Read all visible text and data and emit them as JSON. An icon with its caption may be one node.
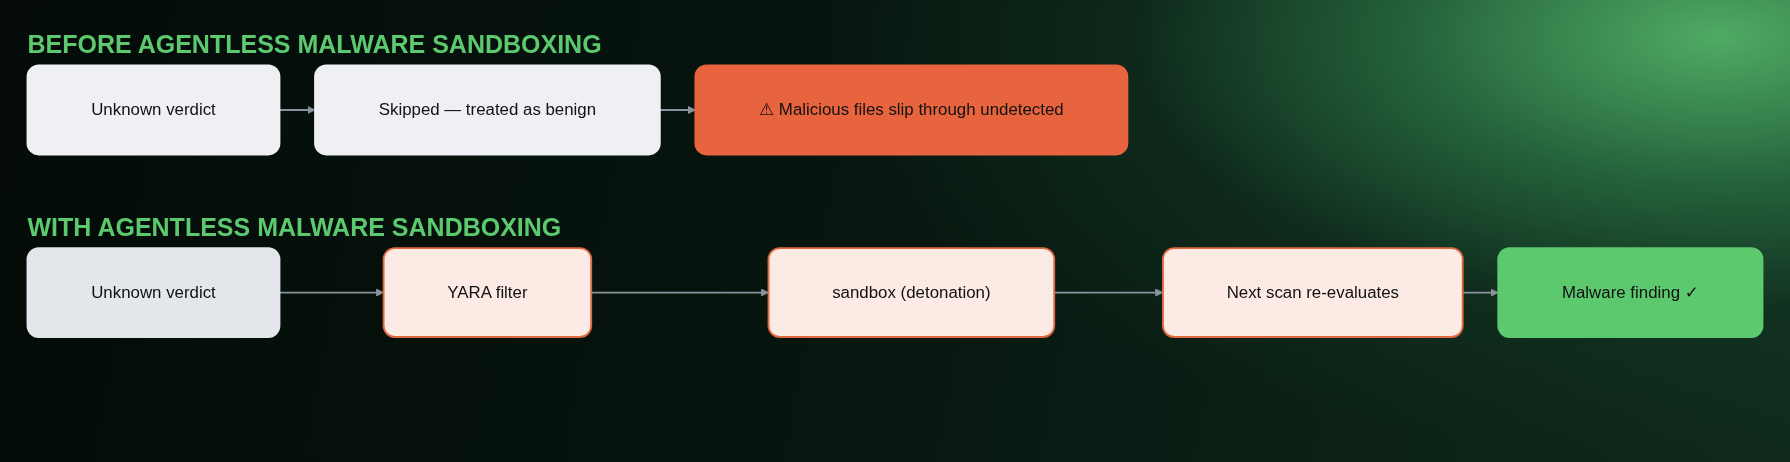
{
  "diagram": {
    "nodes": [
      {
        "text": [
          "Unknown verdict"
        ]
      },
      {
        "text": [
          "Skipped — treated as benign"
        ]
      },
      {
        "text": [
          "⚠  Malicious files slip through undetected"
        ]
      },
      {
        "text": [
          "Unknown verdict"
        ]
      },
      {
        "text": [
          "YARA filter"
        ]
      },
      {
        "text": [
          "sandbox (detonation)"
        ]
      },
      {
        "text": [
          "Next scan re-evaluates"
        ]
      },
      {
        "text": [
          "Malware finding  ✓"
        ]
      }
    ],
    "edges": [
      {
        "from": 0,
        "to": 1,
        "arrow": "to"
      },
      {
        "from": 1,
        "to": 2,
        "arrow": "to"
      },
      {
        "from": 3,
        "to": 4,
        "arrow": "to"
      },
      {
        "from": 4,
        "to": 5,
        "arrow": "to"
      },
      {
        "from": 5,
        "to": 6,
        "arrow": "to"
      },
      {
        "from": 6,
        "to": 7,
        "arrow": "to"
      }
    ],
    "labels": [
      "BEFORE AGENTLESS MALWARE SANDBOXING",
      "WITH AGENTLESS MALWARE SANDBOXING"
    ]
  }
}
